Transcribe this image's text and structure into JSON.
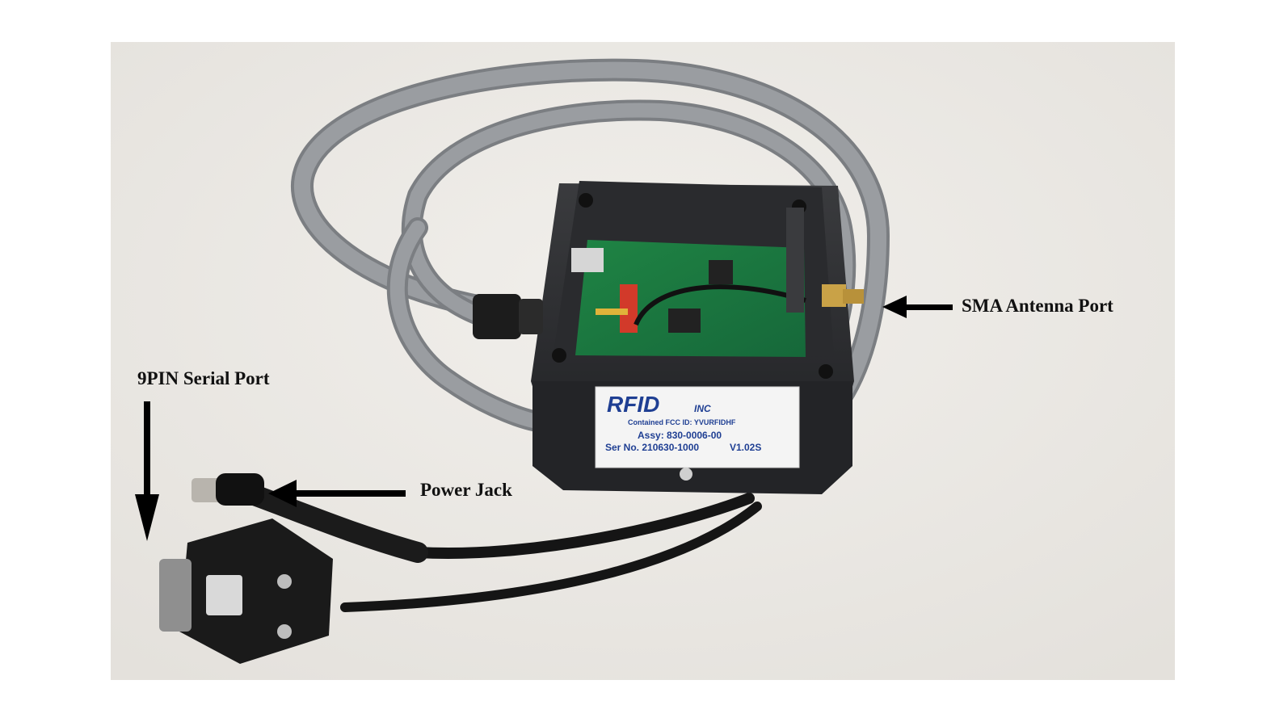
{
  "callouts": {
    "sma_antenna_port": "SMA Antenna Port",
    "serial_port": "9PIN Serial Port",
    "power_jack": "Power Jack"
  },
  "device_label": {
    "brand": "RFID",
    "brand_suffix": "INC",
    "fcc": "Contained FCC ID: YVURFIDHF",
    "assy": "Assy: 830-0006-00",
    "serial": "Ser No. 210630-1000",
    "version": "V1.02S"
  },
  "colors": {
    "background": "#edeae5",
    "cable": "#8d9094",
    "enclosure": "#2c2d30",
    "pcb": "#1d7a3f",
    "label_text": "#1f3f93"
  }
}
